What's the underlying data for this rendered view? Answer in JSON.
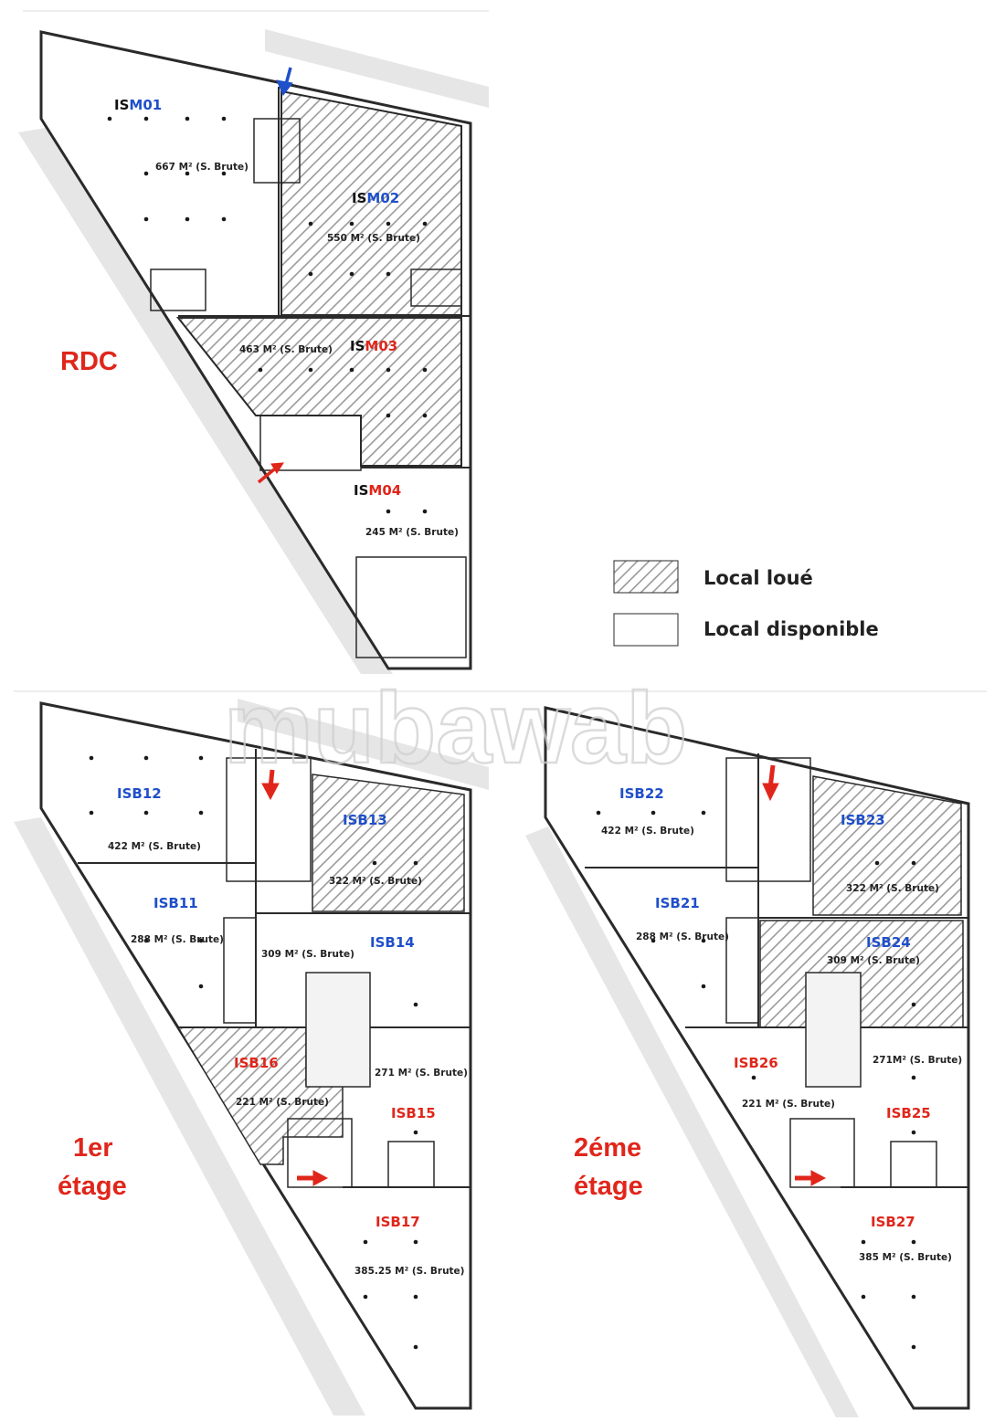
{
  "colors": {
    "blue": "#1f4fc9",
    "red": "#e0261b",
    "hatch": "#9a9a9a",
    "wall": "#2a2a2a",
    "road": "#e6e6e6"
  },
  "floors": {
    "rdc": "RDC",
    "first_line1": "1er",
    "first_line2": "étage",
    "second_line1": "2éme",
    "second_line2": "étage"
  },
  "legend": {
    "rented": "Local loué",
    "available": "Local disponible"
  },
  "watermark": "mubawab",
  "units": {
    "ism01": {
      "prefix": "IS",
      "suffix": "M01",
      "area": "667 M² (S. Brute)",
      "status": "available"
    },
    "ism02": {
      "prefix": "IS",
      "suffix": "M02",
      "area": "550 M² (S. Brute)",
      "status": "rented"
    },
    "ism03": {
      "prefix": "IS",
      "suffix": "M03",
      "area": "463 M² (S. Brute)",
      "status": "rented"
    },
    "ism04": {
      "prefix": "IS",
      "suffix": "M04",
      "area": "245 M² (S. Brute)",
      "status": "available"
    },
    "isb11": {
      "name": "ISB11",
      "area": "288 M² (S. Brute)",
      "status": "available"
    },
    "isb12": {
      "name": "ISB12",
      "area": "422 M² (S. Brute)",
      "status": "available"
    },
    "isb13": {
      "name": "ISB13",
      "area": "322 M² (S. Brute)",
      "status": "rented"
    },
    "isb14": {
      "name": "ISB14",
      "area": "309 M² (S. Brute)",
      "status": "available"
    },
    "isb15": {
      "name": "ISB15",
      "area": "271 M² (S. Brute)",
      "status": "available"
    },
    "isb16": {
      "name": "ISB16",
      "area": "221 M² (S. Brute)",
      "status": "rented"
    },
    "isb17": {
      "name": "ISB17",
      "area": "385.25 M² (S. Brute)",
      "status": "available"
    },
    "isb21": {
      "name": "ISB21",
      "area": "288 M² (S. Brute)",
      "status": "available"
    },
    "isb22": {
      "name": "ISB22",
      "area": "422 M² (S. Brute)",
      "status": "available"
    },
    "isb23": {
      "name": "ISB23",
      "area": "322 M² (S. Brute)",
      "status": "rented"
    },
    "isb24": {
      "name": "ISB24",
      "area": "309 M² (S. Brute)",
      "status": "rented"
    },
    "isb25": {
      "name": "ISB25",
      "area": "271M² (S. Brute)",
      "status": "available"
    },
    "isb26": {
      "name": "ISB26",
      "area": "221 M² (S. Brute)",
      "status": "available"
    },
    "isb27": {
      "name": "ISB27",
      "area": "385 M² (S. Brute)",
      "status": "available"
    }
  }
}
